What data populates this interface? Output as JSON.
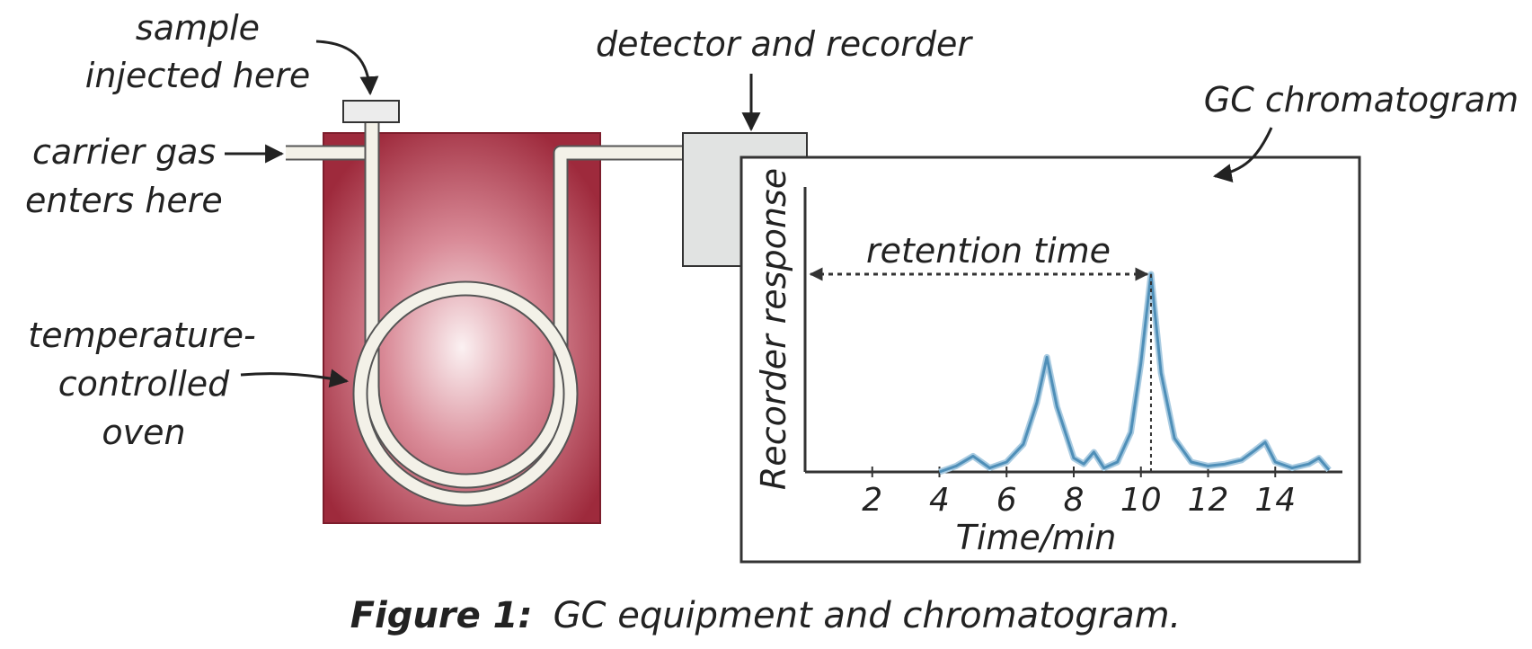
{
  "labels": {
    "sample_line1": "sample",
    "sample_line2": "injected here",
    "carrier_line1": "carrier gas",
    "carrier_line2": "enters here",
    "oven_line1": "temperature-",
    "oven_line2": "controlled",
    "oven_line3": "oven",
    "detector": "detector and recorder",
    "chromatogram": "GC chromatogram",
    "retention": "retention time"
  },
  "caption": {
    "bold": "Figure 1:",
    "text": "GC equipment and chromatogram."
  },
  "colors": {
    "oven": "#9e2a3c",
    "oven_glow": "#f6e6e8",
    "tube": "#f3f1e8",
    "detector": "#e1e3e2",
    "trace": "#4f8fb8"
  },
  "chart_data": {
    "type": "line",
    "xlabel": "Time/min",
    "ylabel": "Recorder response",
    "xlim": [
      0,
      16
    ],
    "xticks": [
      2,
      4,
      6,
      8,
      10,
      12,
      14
    ],
    "annotation": "retention time",
    "retention_time": 10.3,
    "series": [
      {
        "x": [
          4.0,
          4.5,
          5.0,
          5.5,
          6.0,
          6.5,
          6.9,
          7.2,
          7.5,
          8.0,
          8.3,
          8.6,
          8.9,
          9.3,
          9.7,
          10.0,
          10.3,
          10.6,
          11.0,
          11.5,
          12.0,
          12.5,
          13.0,
          13.4,
          13.7,
          14.0,
          14.5,
          15.0,
          15.3,
          15.6
        ],
        "y": [
          0.0,
          0.03,
          0.08,
          0.02,
          0.05,
          0.14,
          0.35,
          0.58,
          0.33,
          0.07,
          0.04,
          0.1,
          0.02,
          0.05,
          0.2,
          0.55,
          1.0,
          0.5,
          0.17,
          0.05,
          0.03,
          0.04,
          0.06,
          0.11,
          0.15,
          0.05,
          0.02,
          0.04,
          0.07,
          0.01
        ]
      }
    ]
  }
}
